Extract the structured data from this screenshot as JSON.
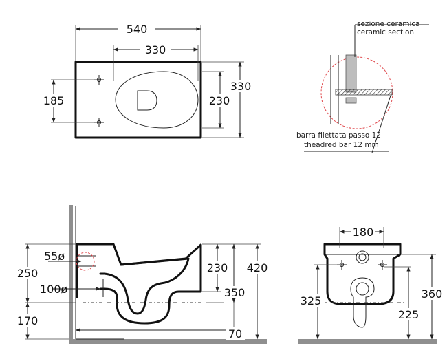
{
  "top_view": {
    "dim_width": "540",
    "dim_seat": "330",
    "dim_height": "330",
    "dim_fix": "185",
    "dim_inner": "230"
  },
  "section_detail": {
    "label_it": "sezione ceramica",
    "label_en": "ceramic section",
    "bar_it": "barra filettata passo 12",
    "bar_en": "theadred bar 12 mm"
  },
  "side_view": {
    "dim_55": "55ø",
    "dim_100": "100ø",
    "dim_250": "250",
    "dim_170": "170",
    "dim_230": "230",
    "dim_350": "350",
    "dim_420": "420",
    "dim_70": "70"
  },
  "front_view": {
    "dim_180": "180",
    "dim_325": "325",
    "dim_360": "360",
    "dim_225": "225"
  },
  "colors": {
    "line": "#111111",
    "detail_circle": "#e0484c",
    "floor": "#8f8f8f"
  }
}
